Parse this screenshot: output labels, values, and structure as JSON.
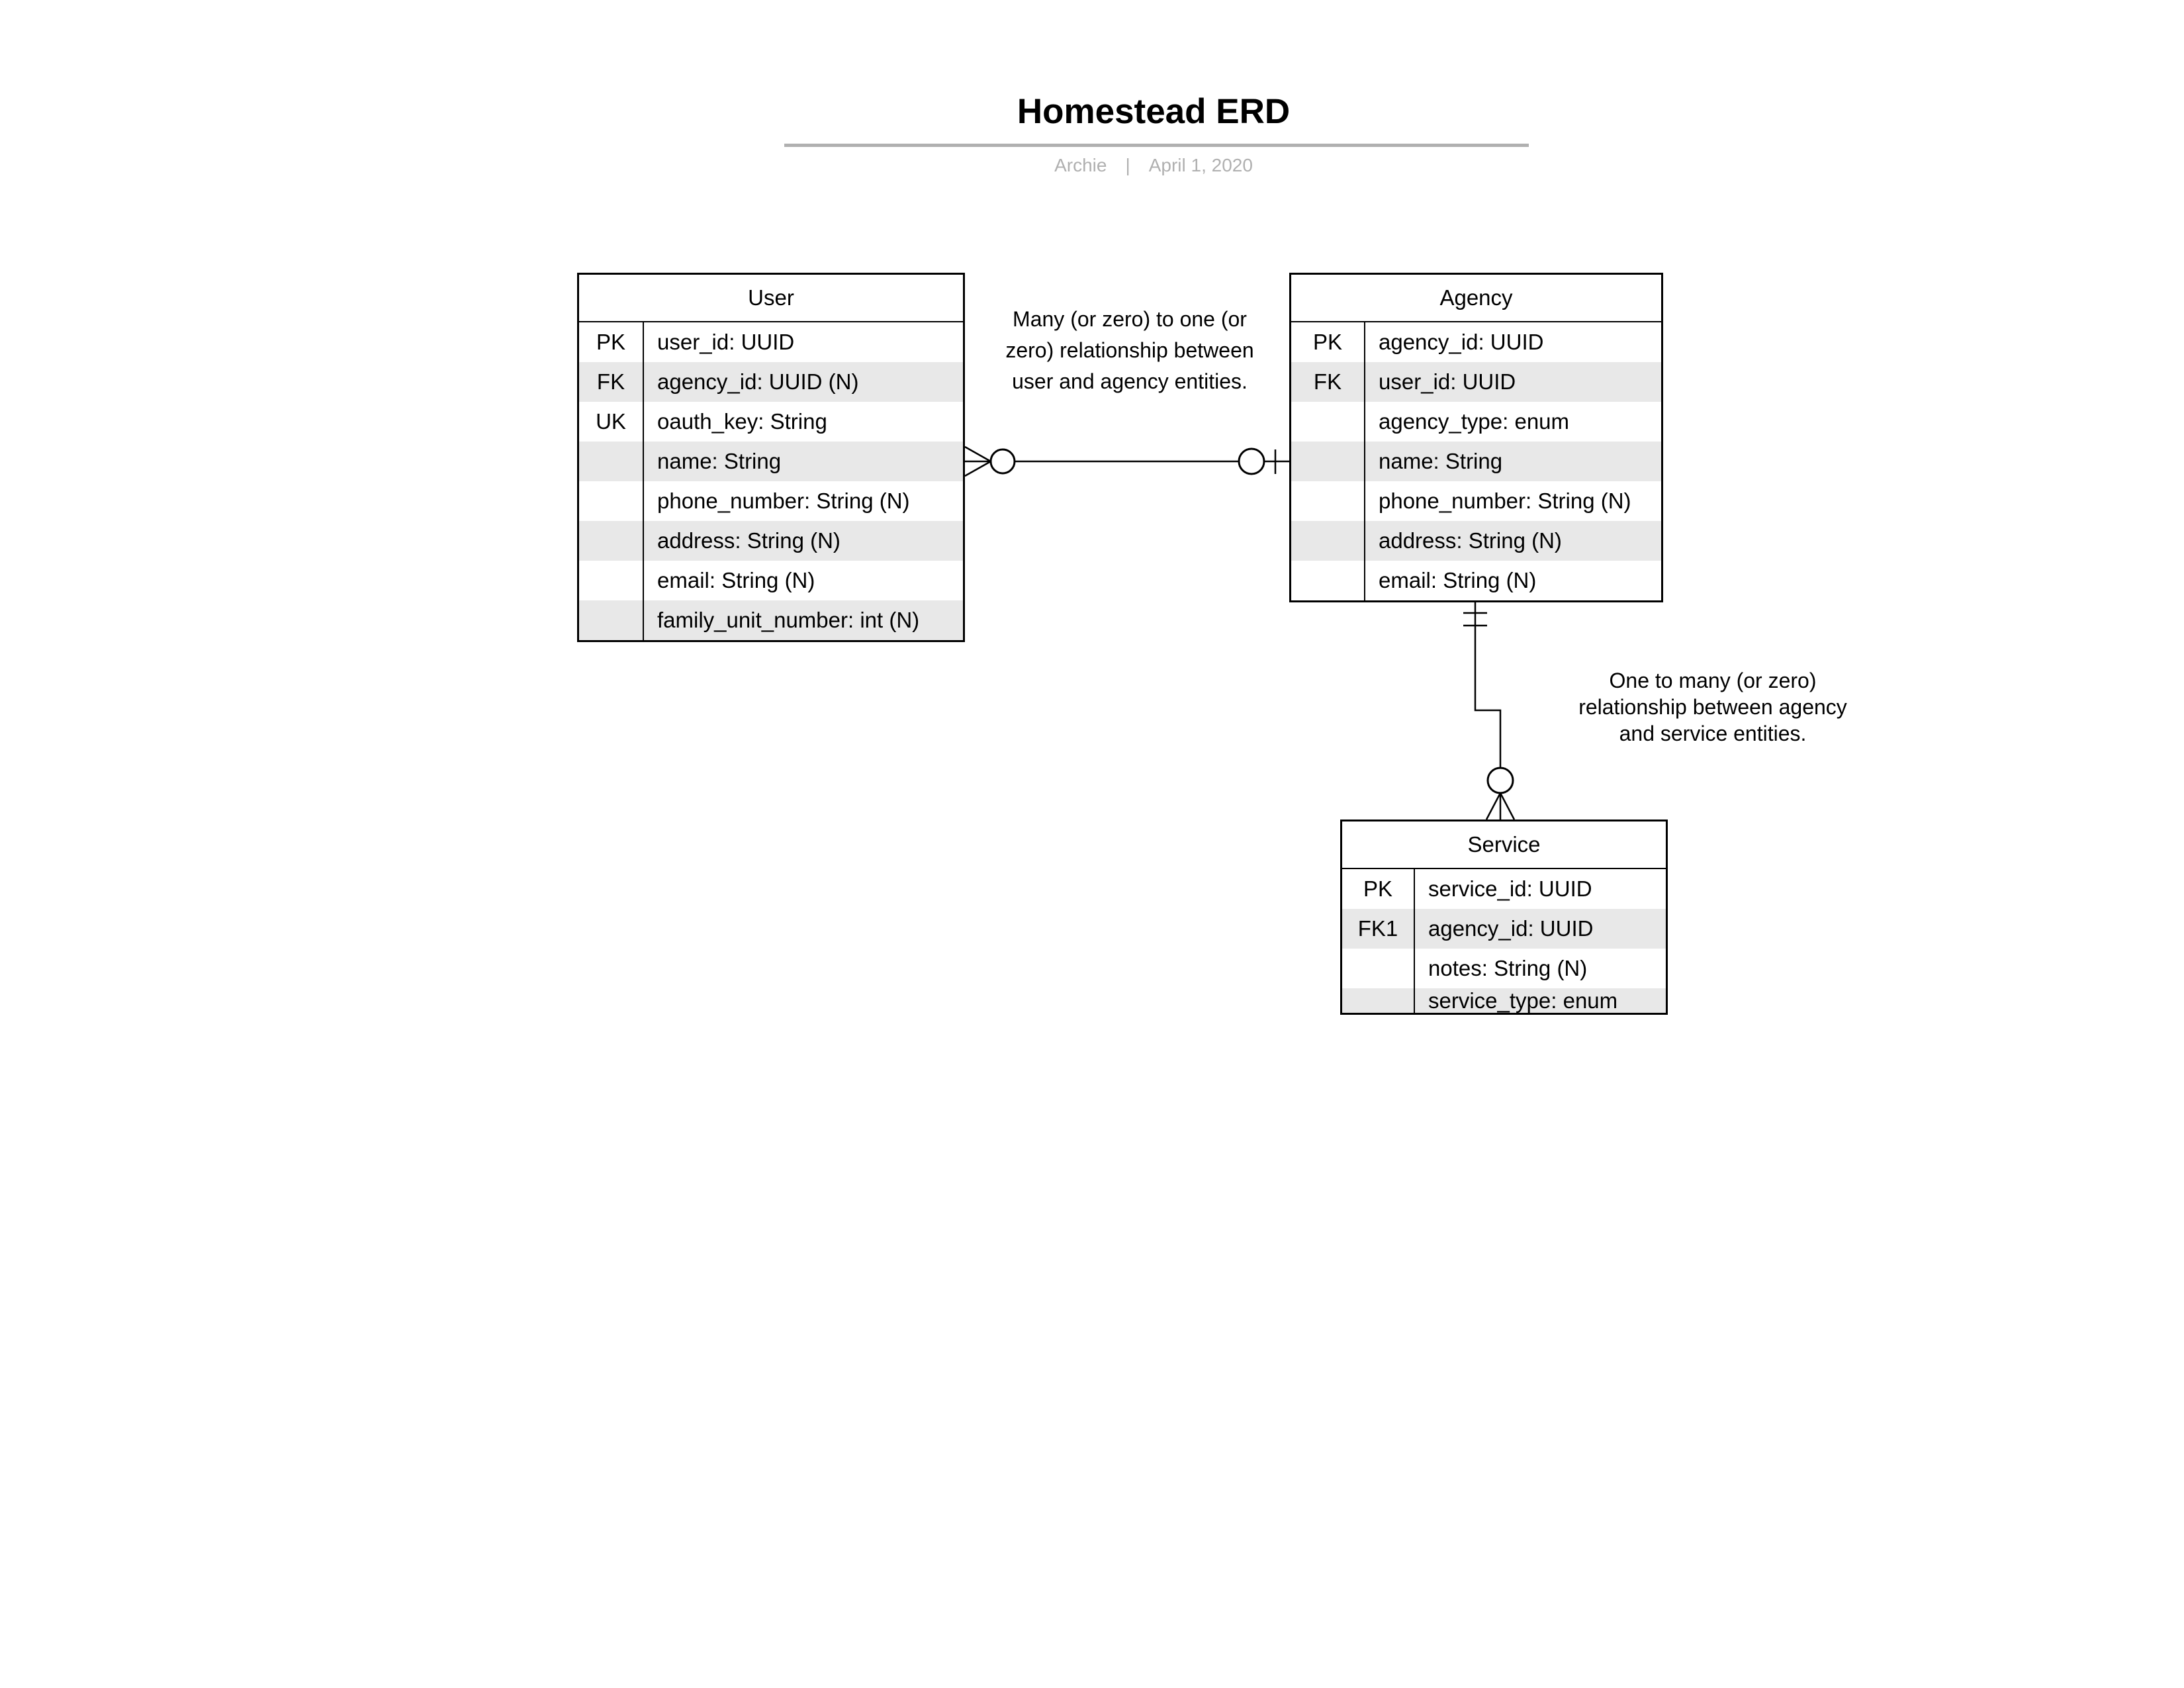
{
  "header": {
    "title": "Homestead ERD",
    "author": "Archie",
    "separator": "|",
    "date": "April 1, 2020"
  },
  "colors": {
    "background": "#ffffff",
    "border": "#000000",
    "stripe": "#e8e8e8",
    "divider": "#b0b0b0",
    "byline": "#b0b0b0",
    "text": "#000000"
  },
  "entities": {
    "user": {
      "title": "User",
      "rows": [
        {
          "key": "PK",
          "attr": "user_id: UUID"
        },
        {
          "key": "FK",
          "attr": "agency_id: UUID (N)"
        },
        {
          "key": "UK",
          "attr": "oauth_key: String"
        },
        {
          "key": "",
          "attr": "name: String"
        },
        {
          "key": "",
          "attr": "phone_number: String (N)"
        },
        {
          "key": "",
          "attr": "address: String (N)"
        },
        {
          "key": "",
          "attr": "email: String (N)"
        },
        {
          "key": "",
          "attr": "family_unit_number: int (N)"
        }
      ]
    },
    "agency": {
      "title": "Agency",
      "rows": [
        {
          "key": "PK",
          "attr": "agency_id: UUID"
        },
        {
          "key": "FK",
          "attr": "user_id: UUID"
        },
        {
          "key": "",
          "attr": "agency_type: enum"
        },
        {
          "key": "",
          "attr": "name: String"
        },
        {
          "key": "",
          "attr": "phone_number: String (N)"
        },
        {
          "key": "",
          "attr": "address: String (N)"
        },
        {
          "key": "",
          "attr": "email: String (N)"
        }
      ]
    },
    "service": {
      "title": "Service",
      "rows": [
        {
          "key": "PK",
          "attr": "service_id: UUID"
        },
        {
          "key": "FK1",
          "attr": "agency_id: UUID"
        },
        {
          "key": "",
          "attr": "notes: String (N)"
        },
        {
          "key": "",
          "attr": "service_type: enum"
        }
      ]
    }
  },
  "relationships": {
    "user_agency": {
      "label": [
        "Many (or zero) to one (or",
        "zero) relationship between",
        "user and agency entities."
      ]
    },
    "agency_service": {
      "label": [
        "One to many (or zero)",
        "relationship between agency",
        "and service entities."
      ]
    }
  }
}
